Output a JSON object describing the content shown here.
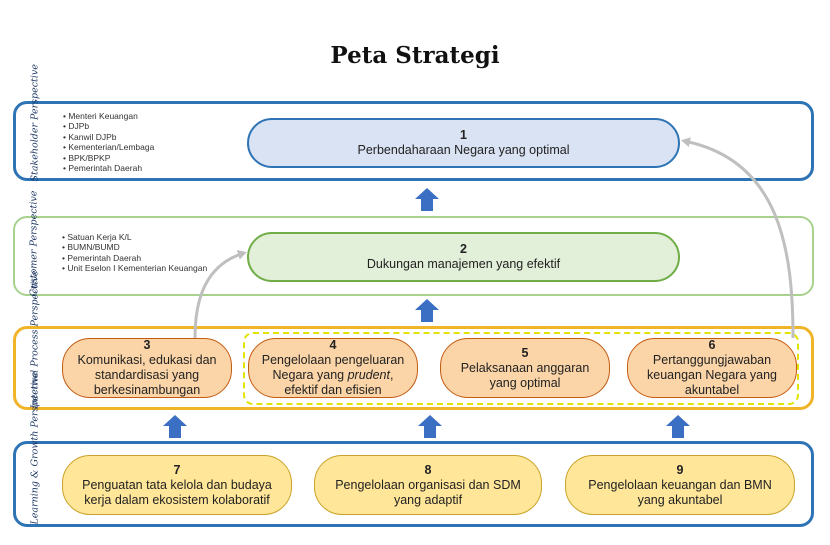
{
  "title": "Peta Strategi",
  "perspectives": {
    "stakeholder": "Stakeholder Perspective",
    "customer": "Customer Perspective",
    "internal": "Internal Process Perspective",
    "learning": "Learning & Growth Perspective"
  },
  "stakeholders": [
    "Menteri Keuangan",
    "DJPb",
    "Kanwil DJPb",
    "Kementerian/Lembaga",
    "BPK/BPKP",
    "Pemerintah Daerah"
  ],
  "customers": [
    "Satuan Kerja K/L",
    "BUMN/BUMD",
    "Pemerintah Daerah",
    "Unit Eselon I Kementerian Keuangan"
  ],
  "objectives": {
    "o1": {
      "num": "1",
      "text": "Perbendaharaan Negara yang optimal"
    },
    "o2": {
      "num": "2",
      "text": "Dukungan manajemen yang efektif"
    },
    "o3": {
      "num": "3",
      "text": "Komunikasi, edukasi dan standardisasi yang berkesinambungan"
    },
    "o4": {
      "num": "4",
      "text_a": "Pengelolaan pengeluaran Negara yang ",
      "text_b": "prudent",
      "text_c": ", efektif dan efisien"
    },
    "o5": {
      "num": "5",
      "text": "Pelaksanaan anggaran yang optimal"
    },
    "o6": {
      "num": "6",
      "text": "Pertanggungjawaban keuangan Negara yang akuntabel"
    },
    "o7": {
      "num": "7",
      "text": "Penguatan tata kelola dan budaya kerja dalam ekosistem kolaboratif"
    },
    "o8": {
      "num": "8",
      "text": "Pengelolaan organisasi dan SDM yang adaptif"
    },
    "o9": {
      "num": "9",
      "text": "Pengelolaan keuangan dan BMN yang akuntabel"
    }
  },
  "colors": {
    "blue_border": "#2e74b5",
    "green_border": "#a9d18e",
    "orange_border": "#f0b429",
    "arrow_blue": "#2e74b5",
    "connector_gray": "#bfbfbf"
  }
}
